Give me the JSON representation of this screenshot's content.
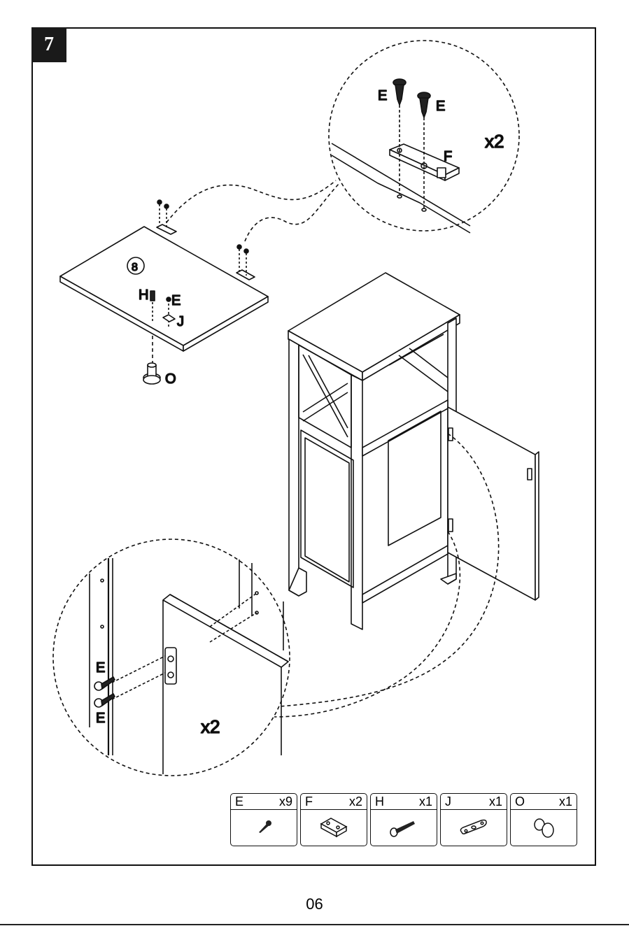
{
  "step": {
    "number": "7"
  },
  "labels": {
    "screw_e": "E",
    "bracket_f": "F",
    "bolt_h": "H",
    "plate_j": "J",
    "knob_o": "O",
    "panel_number": "8",
    "qty_x2": "x2"
  },
  "parts": [
    {
      "letter": "E",
      "qty": "x9",
      "icon": "screw-icon"
    },
    {
      "letter": "F",
      "qty": "x2",
      "icon": "bracket-icon"
    },
    {
      "letter": "H",
      "qty": "x1",
      "icon": "bolt-icon"
    },
    {
      "letter": "J",
      "qty": "x1",
      "icon": "plate-icon"
    },
    {
      "letter": "O",
      "qty": "x1",
      "icon": "knob-icon"
    }
  ],
  "page": {
    "number": "06"
  }
}
